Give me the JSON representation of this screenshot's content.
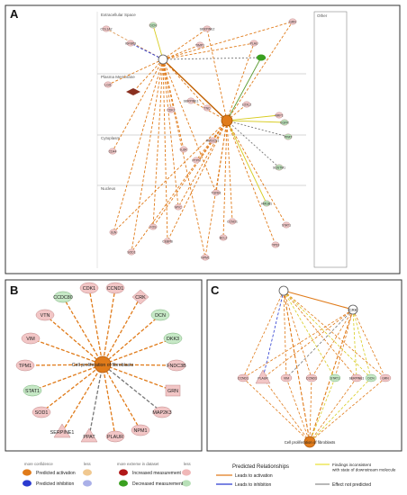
{
  "panels": {
    "a": {
      "letter": "A",
      "layers": [
        "Extracellular Space",
        "Plasma Membrane",
        "Cytoplasm",
        "Nucleus"
      ],
      "other_label": "Other",
      "nodes": [
        "COL1A2",
        "IGFBP3",
        "DCN",
        "SERPINE2",
        "GRN",
        "TIMP1",
        "PLAU",
        "LGI1",
        "SERPINE1",
        "TNC",
        "LOXL2",
        "CDK1",
        "NRP1",
        "EGFR",
        "IL6R",
        "CD44",
        "HMGCS1",
        "PTPN",
        "TGFB1",
        "HMGB1",
        "CCND1",
        "STAT1",
        "MYC",
        "FOS",
        "JUN",
        "CEBPB",
        "BCL2",
        "TP53",
        "SOD1",
        "NPM1",
        "PPAT",
        "SQSTM1",
        "RELA",
        "FOXO1"
      ]
    },
    "b": {
      "letter": "B",
      "center_label": "Cell proliferation of fibroblasts",
      "nodes": [
        "CCND1",
        "CDK1",
        "CRK",
        "DCN",
        "DKK3",
        "FNDC3B",
        "GRN",
        "MAP2K3",
        "NPM1",
        "PLAUR",
        "PPAT",
        "SERPINE1",
        "SOD1",
        "STAT1",
        "TPM1",
        "VIM",
        "VTN",
        "CCDC80"
      ]
    },
    "c": {
      "letter": "C",
      "bottom_label": "Cell proliferation of fibroblasts",
      "top_right_label": "CRK",
      "nodes": [
        "CCND1",
        "PLAUR",
        "VIM",
        "CCND1",
        "STAT1",
        "SERPINE1",
        "DCN",
        "GRN"
      ]
    }
  },
  "legend": {
    "col1_title": "more confidence",
    "col2_title": "less",
    "col3_title": "more extreme in dataset",
    "col4_title": "less",
    "predicted_activation": "Predicted activation",
    "predicted_inhibition": "Predicted inhibition",
    "increased_measurement": "Increased measurement",
    "decreased_measurement": "Decreased measurement",
    "relationships_title": "Predicted Relationships",
    "leads_activation": "Leads to activation",
    "leads_inhibition": "Leads to inhibition",
    "findings_inconsistent": "Findings inconsistent with state of downstream molecule",
    "effect_not_predicted": "Effect not predicted"
  },
  "colors": {
    "activation": "#e07b1a",
    "inhibition": "#2a3ad0",
    "inconsistent": "#e8e030",
    "not_predicted": "#888888",
    "increased": "#f0b8b8",
    "decreased": "#b8e0b8"
  }
}
